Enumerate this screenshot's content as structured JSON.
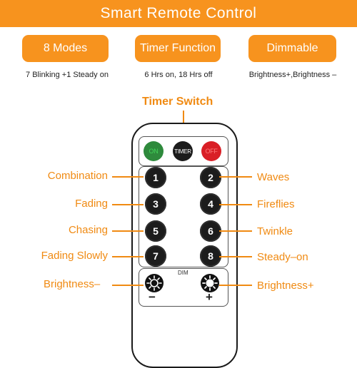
{
  "header": {
    "title": "Smart Remote Control"
  },
  "features": [
    {
      "title": "8 Modes",
      "desc": "7 Blinking +1 Steady on"
    },
    {
      "title": "Timer Function",
      "desc": "6 Hrs on, 18 Hrs off"
    },
    {
      "title": "Dimmable",
      "desc": "Brightness+,Brightness –"
    }
  ],
  "timer_switch_label": "Timer Switch",
  "remote": {
    "on_label": "ON",
    "timer_label": "TIMER",
    "off_label": "OFF",
    "buttons": [
      "1",
      "2",
      "3",
      "4",
      "5",
      "6",
      "7",
      "8"
    ],
    "dim_label": "DIM",
    "minus_sign": "−",
    "plus_sign": "+"
  },
  "modes_left": [
    "Combination",
    "Fading",
    "Chasing",
    "Fading Slowly"
  ],
  "modes_right": [
    "Waves",
    "Fireflies",
    "Twinkle",
    "Steady–on"
  ],
  "brightness_minus": "Brightness–",
  "brightness_plus": "Brightness+",
  "colors": {
    "accent": "#f7931e",
    "label_orange": "#f08a12",
    "on_green": "#2e8a3c",
    "off_red": "#d91f26"
  }
}
